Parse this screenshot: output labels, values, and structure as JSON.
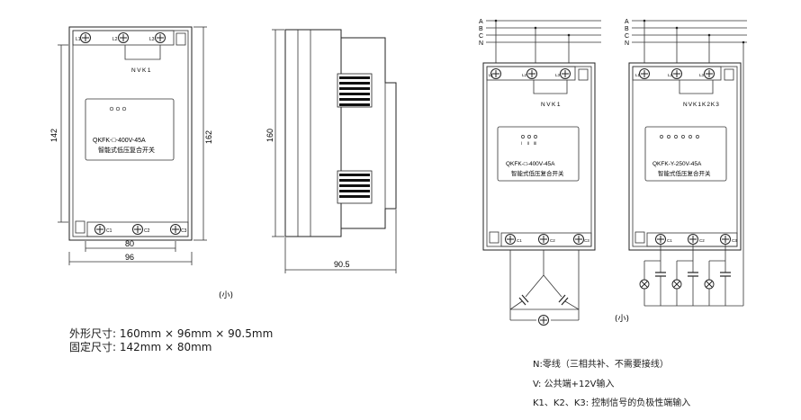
{
  "front_view": {
    "terminal_labels_top": [
      "L1",
      "L2",
      "L3"
    ],
    "terminal_labels_bottom": [
      "C1",
      "C2",
      "C3"
    ],
    "tag": "NVK1",
    "model": "QKFK-□-400V-45A",
    "product_name": "智能式低压复合开关",
    "dim_height_inner": "142",
    "dim_height_outer": "162",
    "dim_width_inner": "80",
    "dim_width_outer": "96",
    "caption": "(小)"
  },
  "side_view": {
    "dim_height": "160",
    "dim_depth": "90.5"
  },
  "dimensions_text": {
    "outline": "外形尺寸: 160mm × 96mm × 90.5mm",
    "mounting": "固定尺寸: 142mm × 80mm"
  },
  "wiring": {
    "bus_labels": [
      "A",
      "B",
      "C",
      "N"
    ],
    "module1": {
      "tag": "NVK1",
      "model": "QKFK-□-400V-45A",
      "product_name": "智能式低压复合开关",
      "terminal_labels_top": [
        "L1",
        "L2",
        "L3"
      ],
      "terminal_labels_bottom": [
        "C1",
        "C2",
        "C3"
      ],
      "led_labels": [
        "Ⅰ",
        "Ⅱ",
        "Ⅲ"
      ]
    },
    "module2": {
      "tag": "NVK1K2K3",
      "model": "QKFK-Y-250V-45A",
      "product_name": "智能式低压复合开关",
      "terminal_labels_top": [
        "L1",
        "L2",
        "L3"
      ],
      "terminal_labels_bottom": [
        "C1",
        "C2",
        "C3"
      ]
    },
    "caption": "(小)"
  },
  "legend": {
    "line1": "N:零线（三相共补、不需要接线）",
    "line2": "V:  公共端+12V输入",
    "line3": "K1、K2、K3:  控制信号的负极性端输入"
  }
}
